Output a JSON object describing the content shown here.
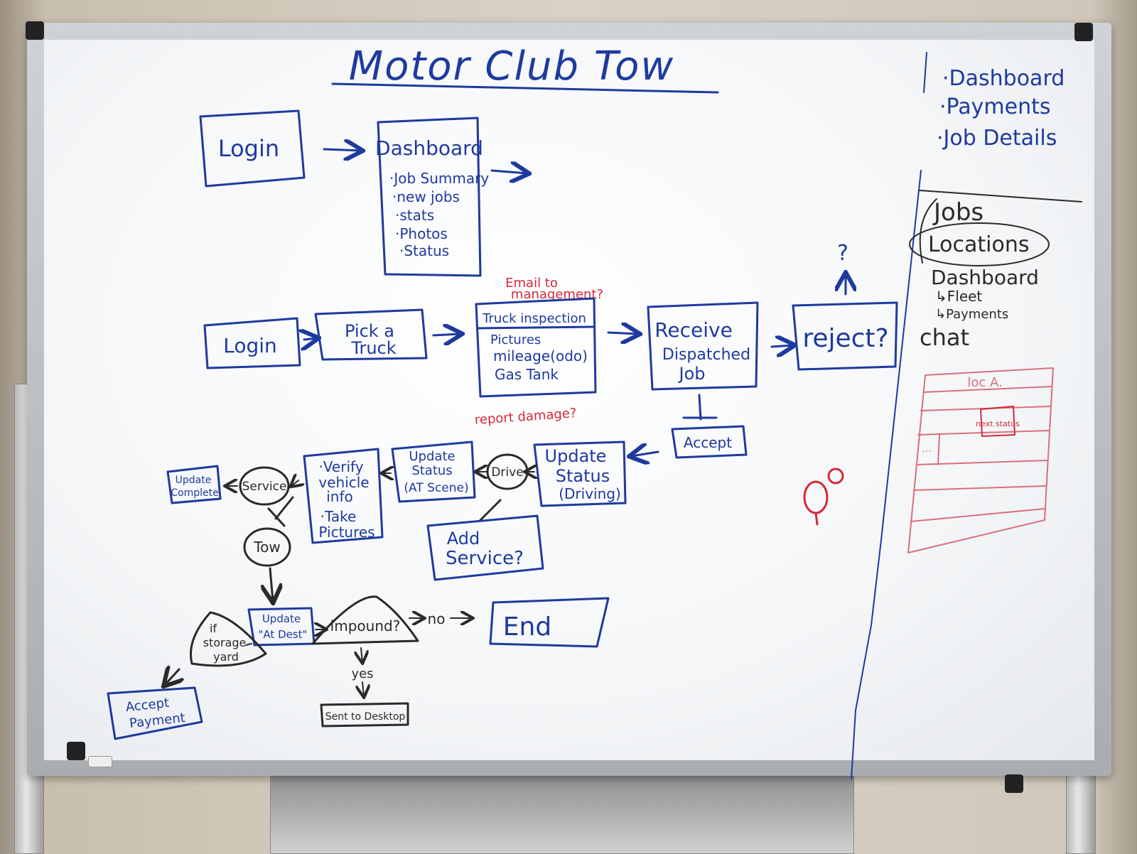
{
  "title": "Motor Club Tow",
  "flow1": {
    "login": "Login",
    "dashboard": {
      "title": "Dashboard",
      "items": [
        "·Job Summary",
        "·new jobs",
        "·stats",
        "·Photos",
        "·Status"
      ]
    }
  },
  "flow2": {
    "login": "Login",
    "pick_truck": [
      "Pick a",
      "Truck"
    ],
    "inspection": {
      "title": "Truck inspection",
      "items": [
        "Pictures",
        "mileage(odo)",
        "Gas Tank"
      ]
    },
    "email_note": [
      "Email to",
      "management?"
    ],
    "report_note": "report damage?",
    "receive": [
      "Receive",
      "Dispatched",
      "Job"
    ],
    "reject": "reject?",
    "question": "?",
    "accept": "Accept",
    "update_driving": [
      "Update",
      "Status",
      "(Driving)"
    ],
    "drive": "Drive",
    "add_service": [
      "Add",
      "Service?"
    ],
    "update_scene": [
      "Update",
      "Status",
      "(AT Scene)"
    ],
    "verify": [
      "·Verify",
      "vehicle",
      "info",
      "·Take",
      "Pictures"
    ],
    "service": "Service",
    "update_complete": [
      "Update",
      "Complete"
    ],
    "tow": "Tow",
    "update_dest": [
      "Update",
      "\"At Dest\""
    ],
    "impound": "impound?",
    "no": "no",
    "yes": "yes",
    "end": "End",
    "sent_to_desk": "Sent to Desktop",
    "storage": [
      "if",
      "storage",
      "yard"
    ],
    "accept_payment": [
      "Accept",
      "Payment"
    ]
  },
  "sidebar": {
    "items": [
      "·Dashboard",
      "·Payments",
      "·Job Details"
    ],
    "jobs": "Jobs",
    "locations": "Locations",
    "dashboard": "Dashboard",
    "fleet": "↳Fleet",
    "payments": "↳Payments",
    "chat": "chat",
    "table_header": "loc A.",
    "table_cell": "next status",
    "table_dots": "..."
  },
  "colors": {
    "blue": "#1f3a9e",
    "black": "#2a2a2a",
    "red": "#d6283a",
    "pink": "#d9707c"
  }
}
